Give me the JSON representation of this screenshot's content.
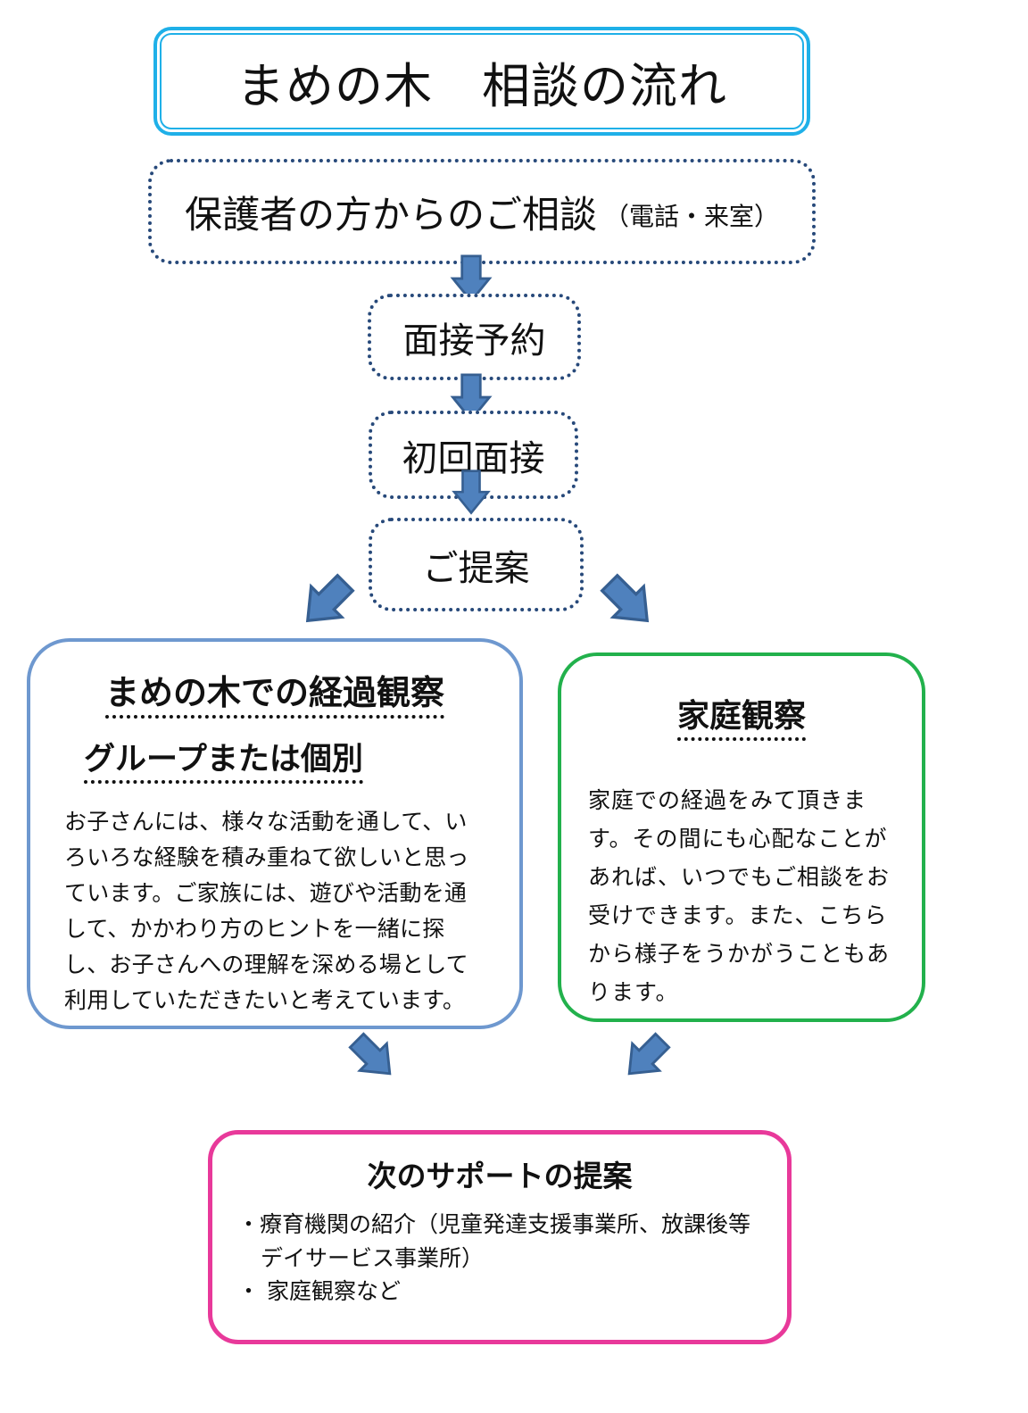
{
  "title": "まめの木　相談の流れ",
  "flow": {
    "step1": {
      "main": "保護者の方からのご相談",
      "sub": "（電話・来室）"
    },
    "step2": "面接予約",
    "step3": "初回面接",
    "step4": "ご提案"
  },
  "left_box": {
    "heading": "まめの木での経過観察",
    "subheading": "グループまたは個別",
    "body": "お子さんには、様々な活動を通して、いろいろな経験を積み重ねて欲しいと思っています。ご家族には、遊びや活動を通して、かかわり方のヒントを一緒に探し、お子さんへの理解を深める場として利用していただきたいと考えています。"
  },
  "right_box": {
    "heading": "家庭観察",
    "body": "家庭での経過をみて頂きます。その間にも心配なことがあれば、いつでもご相談をお受けできます。また、こちらから様子をうかがうこともあります。"
  },
  "bottom_box": {
    "heading": "次のサポートの提案",
    "bullets": [
      "・療育機関の紹介（児童発達支援事業所、放課後等デイサービス事業所）",
      "・ 家庭観察など"
    ]
  },
  "colors": {
    "title_border": "#1fb0e8",
    "dotted_border": "#27497a",
    "arrow_fill": "#4f81bd",
    "arrow_stroke": "#365f91",
    "left_box_border": "#6e98cf",
    "right_box_border": "#22b14c",
    "bottom_box_border": "#e8399a"
  }
}
